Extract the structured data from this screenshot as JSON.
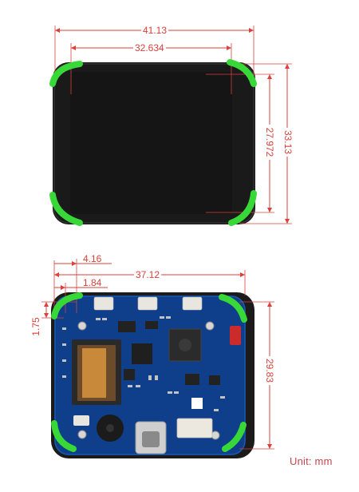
{
  "dimensions": {
    "top_total_width": "41.13",
    "top_active_width": "32.634",
    "top_total_height": "33.13",
    "top_active_height": "27.972",
    "bottom_offset_a": "4.16",
    "bottom_offset_b": "1.84",
    "bottom_total_width": "37.12",
    "bottom_left_offset": "1.75",
    "bottom_board_height": "29.83"
  },
  "unit_label": "Unit: mm",
  "colors": {
    "dimension_line": "#d9413c",
    "corner_highlight": "#38d838",
    "pcb": "#0f3f8a",
    "screen": "#111111"
  }
}
